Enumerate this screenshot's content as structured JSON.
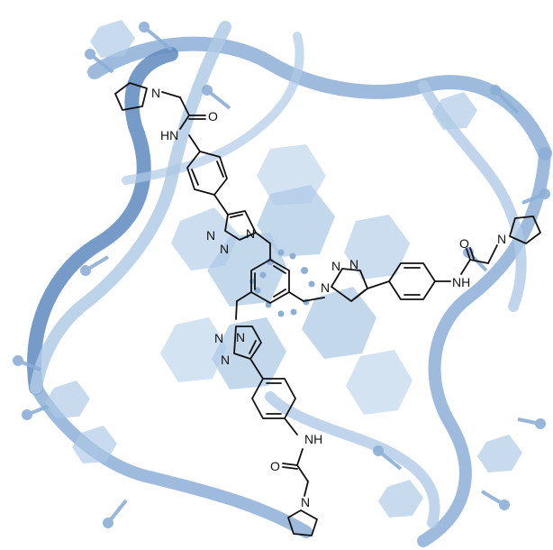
{
  "colors": {
    "dna_light": "#a7c4e3",
    "dna_mid": "#7fa6d2",
    "dna_dark": "#5583bd",
    "bond": "#111111",
    "background": "#ffffff"
  },
  "labels": {
    "nh_top": "HN",
    "o_top": "O",
    "n_pyrrolidine_top": "N",
    "triazole_top_n1": "N",
    "triazole_top_n2": "N",
    "triazole_top_n3": "N",
    "o_right": "O",
    "nh_right": "NH",
    "n_pyrrolidine_right": "N",
    "triazole_right_n1": "N",
    "triazole_right_n2": "N",
    "triazole_right_n3": "N",
    "triazole_bottom_n1": "N",
    "triazole_bottom_n2": "N",
    "triazole_bottom_n3": "N",
    "nh_bottom": "NH",
    "o_bottom": "O",
    "n_pyrrolidine_bottom": "N"
  }
}
